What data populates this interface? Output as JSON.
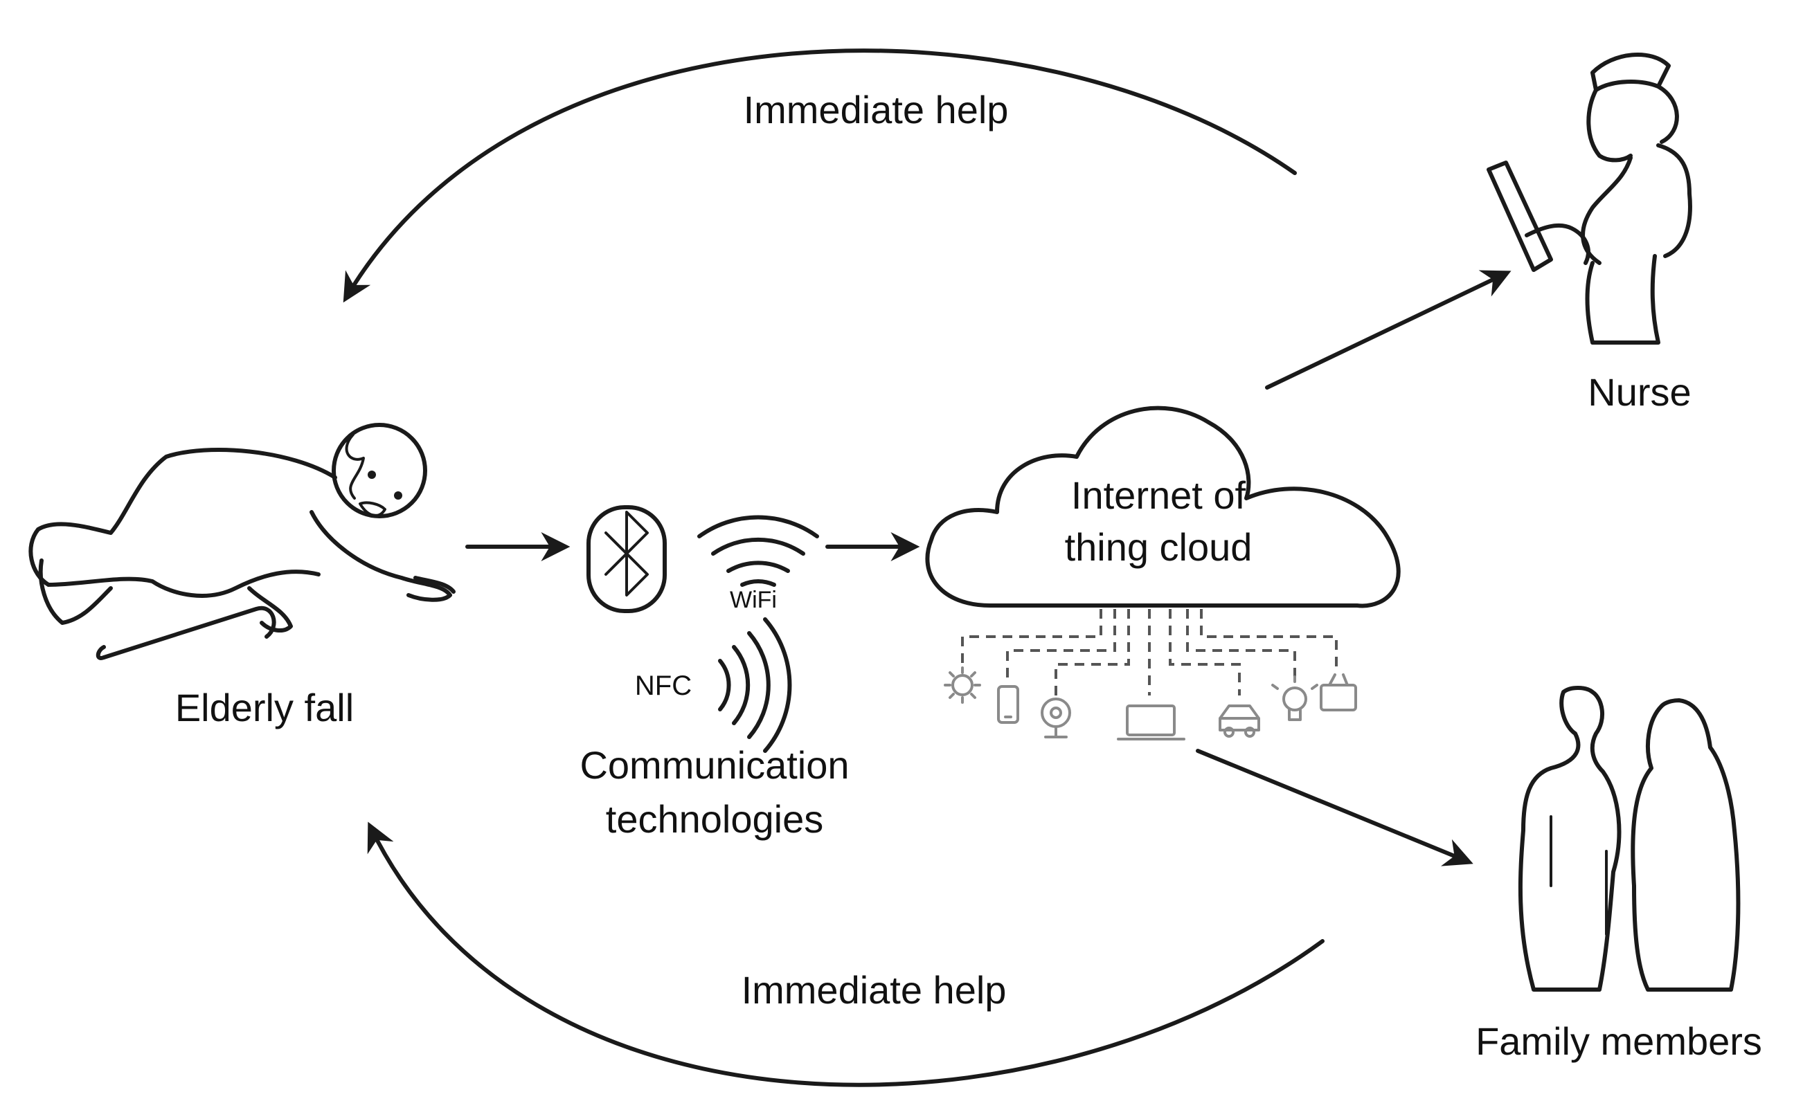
{
  "labels": {
    "immediate_help_top": "Immediate help",
    "immediate_help_bottom": "Immediate help",
    "nurse": "Nurse",
    "elderly_fall": "Elderly fall",
    "cloud_line1": "Internet of",
    "cloud_line2": "thing cloud",
    "wifi": "WiFi",
    "nfc": "NFC",
    "comm_line1": "Communication",
    "comm_line2": "technologies",
    "family_members": "Family members"
  },
  "icons": [
    "bluetooth-icon",
    "wifi-icon",
    "nfc-icon",
    "cloud-icon",
    "gear-icon",
    "phone-icon",
    "webcam-icon",
    "laptop-icon",
    "car-icon",
    "bulb-icon",
    "tv-icon"
  ],
  "colors": {
    "line": "#1a1a1a",
    "device_icon": "#8a8a8a",
    "background": "#ffffff"
  }
}
